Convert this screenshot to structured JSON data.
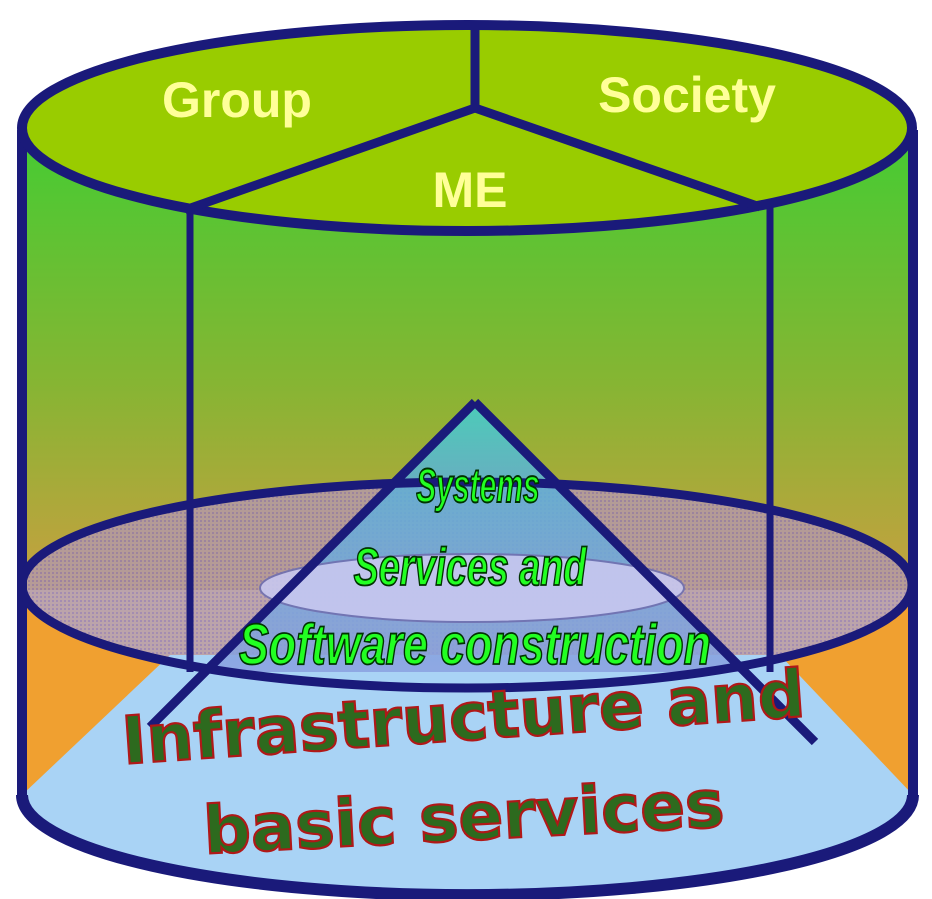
{
  "diagram": {
    "top_sections": {
      "left": "Group",
      "right": "Society",
      "center": "ME"
    },
    "cone_labels": {
      "line1": "Systems",
      "line2": "Services and",
      "line3": "Software construction"
    },
    "base_labels": {
      "line1": "Infrastructure and",
      "line2": "basic services"
    },
    "colors": {
      "outline": "#1a1a7a",
      "top_ellipse": "#99cc00",
      "wall_top": "#44cc33",
      "wall_bottom": "#c8a040",
      "base_band": "#f0a030",
      "floor": "#a9d3f5",
      "cone_tip": "#40d0d0"
    }
  }
}
